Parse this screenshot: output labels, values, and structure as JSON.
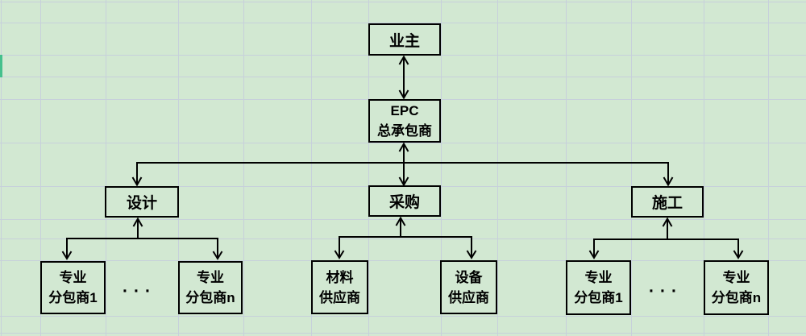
{
  "diagram": {
    "type": "flowchart",
    "description": "EPC general contracting organization structure on a green spreadsheet grid",
    "nodes": {
      "owner": {
        "label": "业主"
      },
      "epc": {
        "label": "EPC\n总承包商"
      },
      "design": {
        "label": "设计"
      },
      "procurement": {
        "label": "采购"
      },
      "construction": {
        "label": "施工"
      },
      "design_sub_1": {
        "label": "专业\n分包商1"
      },
      "design_sub_n": {
        "label": "专业\n分包商n"
      },
      "material_supplier": {
        "label": "材料\n供应商"
      },
      "equipment_supplier": {
        "label": "设备\n供应商"
      },
      "construction_sub_1": {
        "label": "专业\n分包商1"
      },
      "construction_sub_n": {
        "label": "专业\n分包商n"
      }
    },
    "ellipsis": {
      "left": "···",
      "right": "···"
    },
    "edges": [
      {
        "from": "业主",
        "to": "EPC总承包商",
        "direction": "both"
      },
      {
        "from": "EPC总承包商",
        "to": "设计",
        "direction": "both"
      },
      {
        "from": "EPC总承包商",
        "to": "采购",
        "direction": "both"
      },
      {
        "from": "EPC总承包商",
        "to": "施工",
        "direction": "both"
      },
      {
        "from": "设计",
        "to": "专业分包商1",
        "direction": "both"
      },
      {
        "from": "设计",
        "to": "专业分包商n",
        "direction": "both"
      },
      {
        "from": "采购",
        "to": "材料供应商",
        "direction": "both"
      },
      {
        "from": "采购",
        "to": "设备供应商",
        "direction": "both"
      },
      {
        "from": "施工",
        "to": "专业分包商1",
        "direction": "both"
      },
      {
        "from": "施工",
        "to": "专业分包商n",
        "direction": "both"
      }
    ],
    "colors": {
      "background": "#d2e8d2",
      "grid_line": "#c7d0db",
      "shape_border": "#000000",
      "text": "#000000",
      "selection_strip": "#45c08d"
    }
  }
}
